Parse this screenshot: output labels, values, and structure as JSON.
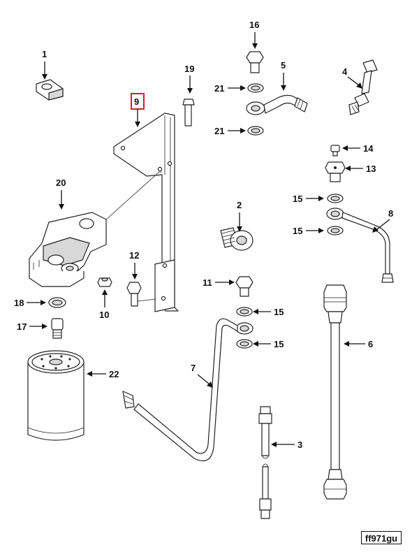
{
  "highlighted_callout": "9",
  "highlight_color": "#e01b24",
  "figure_reference": "ff971gu",
  "callouts": [
    "1",
    "2",
    "3",
    "4",
    "5",
    "6",
    "7",
    "8",
    "9",
    "10",
    "11",
    "12",
    "13",
    "14",
    "15",
    "15",
    "15",
    "15",
    "16",
    "17",
    "18",
    "19",
    "20",
    "21",
    "21",
    "22"
  ]
}
